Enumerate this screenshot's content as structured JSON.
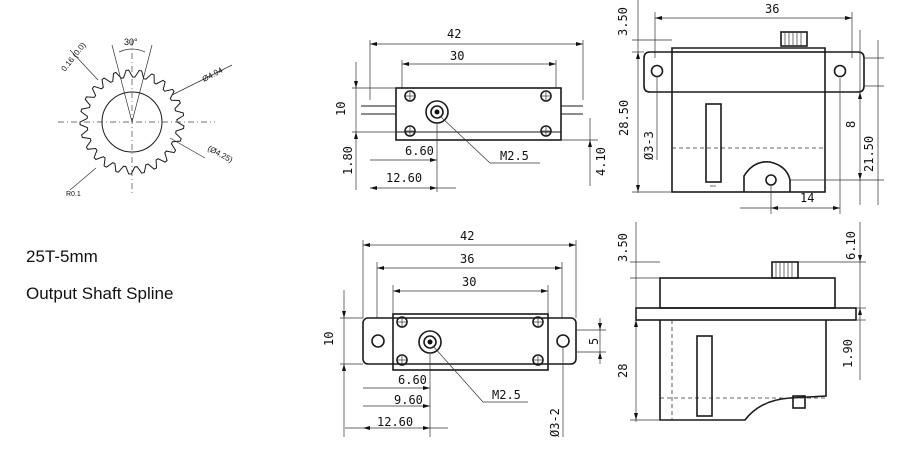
{
  "caption": {
    "line1": "25T-5mm",
    "line2": "Output Shaft Spline"
  },
  "spline": {
    "angle": "30°",
    "chamfer": "0.16 (0.0)",
    "outer_dia": "Ø4.94",
    "root_dia": "(Ø4.25)",
    "radius": "R0.1",
    "tooth_count": 25
  },
  "top_view_top": {
    "dim_width": "42",
    "dim_inner": "30",
    "dim_height": "10",
    "dim_bottom_left": "1.80",
    "dim_6_60": "6.60",
    "dim_12_60": "12.60",
    "dim_right": "4.10",
    "callout": "M2.5"
  },
  "side_view_top": {
    "dim_top": "3.50",
    "dim_width": "36",
    "dim_height": "28.50",
    "dim_hole": "Ø3-3",
    "dim_8": "8",
    "dim_21_50": "21.50",
    "dim_14": "14"
  },
  "top_view_bottom": {
    "dim_width": "42",
    "dim_36": "36",
    "dim_inner": "30",
    "dim_height": "10",
    "dim_5": "5",
    "dim_6_60": "6.60",
    "dim_9_60": "9.60",
    "dim_12_60": "12.60",
    "callout": "M2.5",
    "dim_hole": "Ø3-2"
  },
  "side_view_bottom": {
    "dim_top": "3.50",
    "dim_6_10": "6.10",
    "dim_28": "28",
    "dim_1_90": "1.90"
  }
}
